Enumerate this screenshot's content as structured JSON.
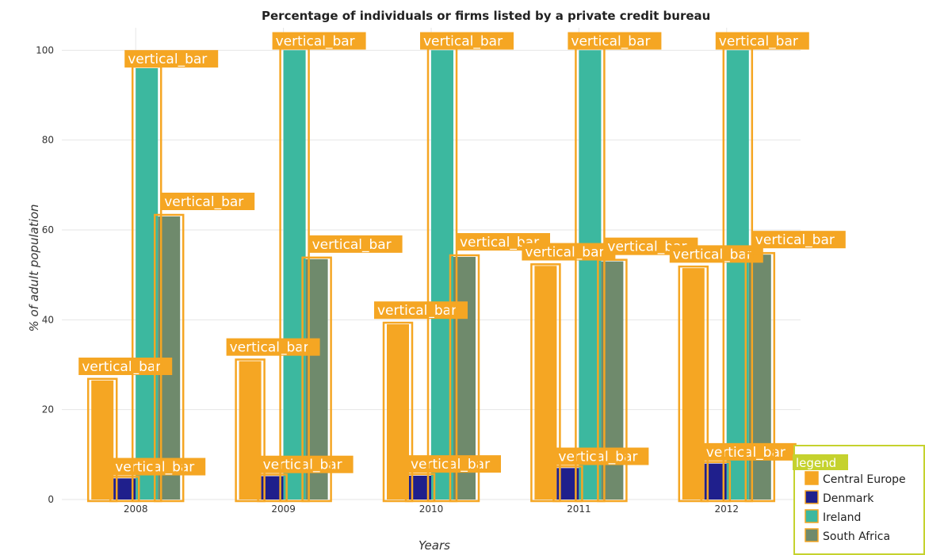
{
  "chart_data": {
    "type": "bar",
    "title": "Percentage of individuals or firms listed by a private credit bureau",
    "xlabel": "Years",
    "ylabel": "% of adult population",
    "categories": [
      "2008",
      "2009",
      "2010",
      "2011",
      "2012"
    ],
    "ylim": [
      0,
      105
    ],
    "yticks": [
      0,
      20,
      40,
      60,
      80,
      100
    ],
    "grid": true,
    "legend_position": "bottom-right",
    "series": [
      {
        "name": "Central Europe",
        "color": "#f5a623",
        "values": [
          26.5,
          30.8,
          39.0,
          52.0,
          51.5
        ]
      },
      {
        "name": "Denmark",
        "color": "#1f1f8c",
        "values": [
          4.7,
          5.2,
          5.3,
          7.0,
          8.0
        ]
      },
      {
        "name": "Ireland",
        "color": "#3cb89f",
        "values": [
          96.0,
          100.0,
          100.0,
          100.0,
          100.0
        ]
      },
      {
        "name": "South Africa",
        "color": "#6f8a6c",
        "values": [
          63.0,
          53.5,
          54.0,
          53.0,
          54.5
        ]
      }
    ],
    "bar_tag_text": "vertical_bar",
    "legend_tag_text": "legend"
  }
}
